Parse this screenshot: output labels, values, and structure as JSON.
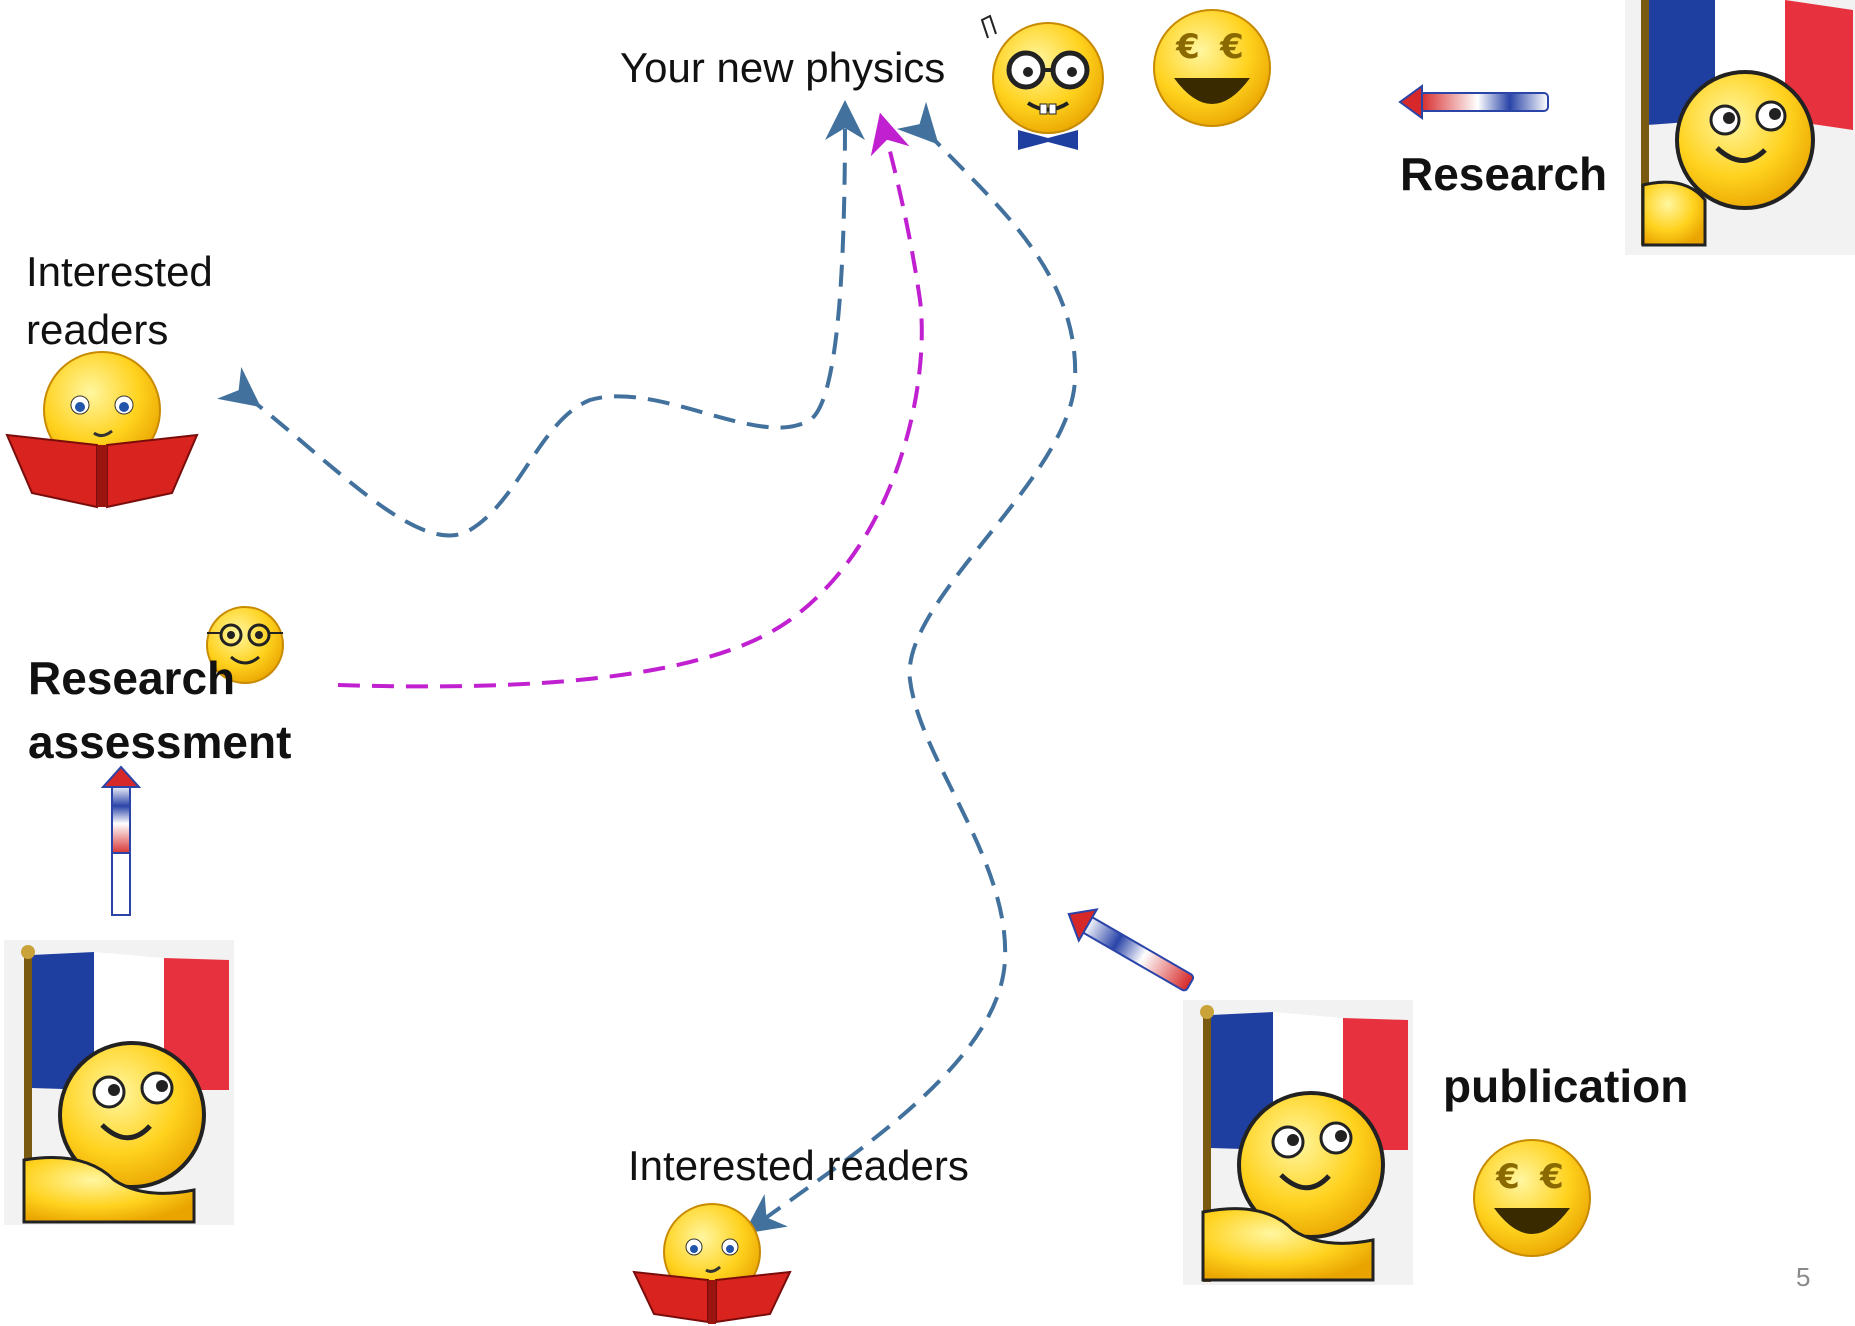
{
  "labels": {
    "your_new_physics": "Your new physics",
    "research_top": "Research",
    "interested_readers_left_line1": "Interested",
    "interested_readers_left_line2": "readers",
    "research_assessment_line1": "Research",
    "research_assessment_line2": "assessment",
    "publication": "publication",
    "interested_readers_bottom": "Interested readers"
  },
  "slide_number": "5",
  "colors": {
    "path_blue": "#41719C",
    "path_magenta": "#C020D0",
    "flag_blue": "#1F3FA0",
    "flag_red": "#E8313F",
    "smiley_yellow": "#FFD21E",
    "book_red": "#D8231F",
    "arrow_gradient": [
      "#D62828",
      "#FFFFFF",
      "#1F3FA0"
    ]
  },
  "icons": {
    "nerd": "nerd-smiley-icon",
    "euro": "euro-eyes-smiley-icon",
    "reader": "reading-smiley-icon",
    "flag": "french-flag-smiley-icon",
    "glasses": "glasses-smiley-icon"
  }
}
